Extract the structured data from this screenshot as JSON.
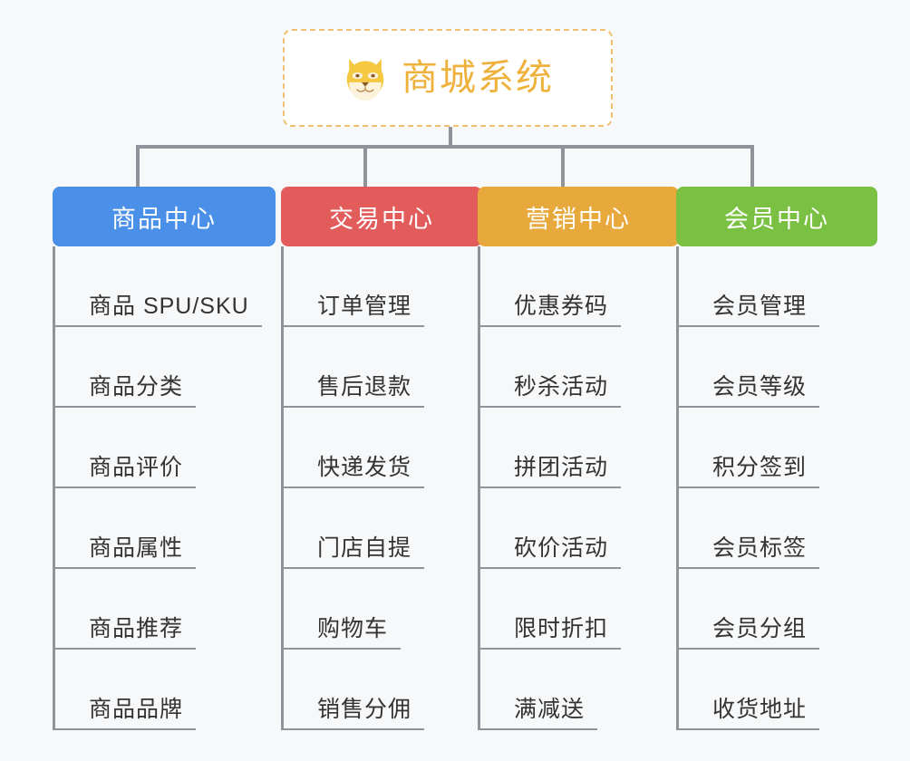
{
  "page": {
    "background_color": "#f7f8f9",
    "line_color": "#909399",
    "text_color": "#333333"
  },
  "root": {
    "title": "商城系统",
    "icon": "shiba-dog-face-icon",
    "text_color": "#eeb23c",
    "border_color": "#f0c070",
    "background_color": "#ffffff"
  },
  "branches": [
    {
      "label": "商品中心",
      "color": "#4a90e8",
      "items": [
        "商品 SPU/SKU",
        "商品分类",
        "商品评价",
        "商品属性",
        "商品推荐",
        "商品品牌"
      ]
    },
    {
      "label": "交易中心",
      "color": "#e35c5c",
      "items": [
        "订单管理",
        "售后退款",
        "快递发货",
        "门店自提",
        "购物车",
        "销售分佣"
      ]
    },
    {
      "label": "营销中心",
      "color": "#e8a93c",
      "items": [
        "优惠券码",
        "秒杀活动",
        "拼团活动",
        "砍价活动",
        "限时折扣",
        "满减送"
      ]
    },
    {
      "label": "会员中心",
      "color": "#7ac143",
      "items": [
        "会员管理",
        "会员等级",
        "积分签到",
        "会员标签",
        "会员分组",
        "收货地址"
      ]
    }
  ]
}
